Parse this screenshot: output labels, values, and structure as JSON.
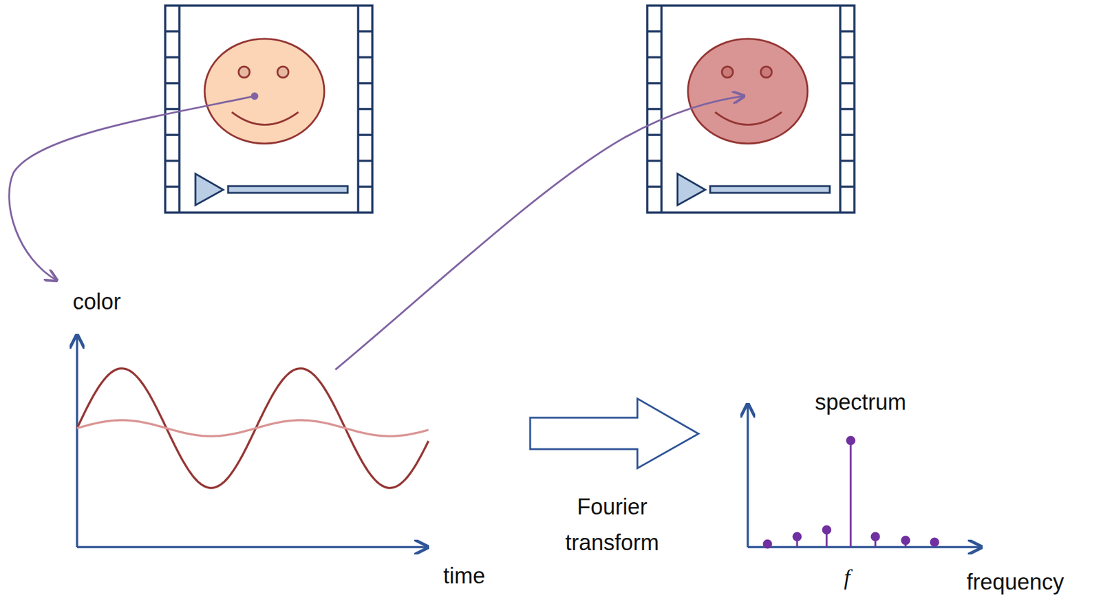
{
  "diagram": {
    "labels": [
      "color",
      "time",
      "Fourier transform",
      "spectrum",
      "f",
      "frequency"
    ]
  }
}
